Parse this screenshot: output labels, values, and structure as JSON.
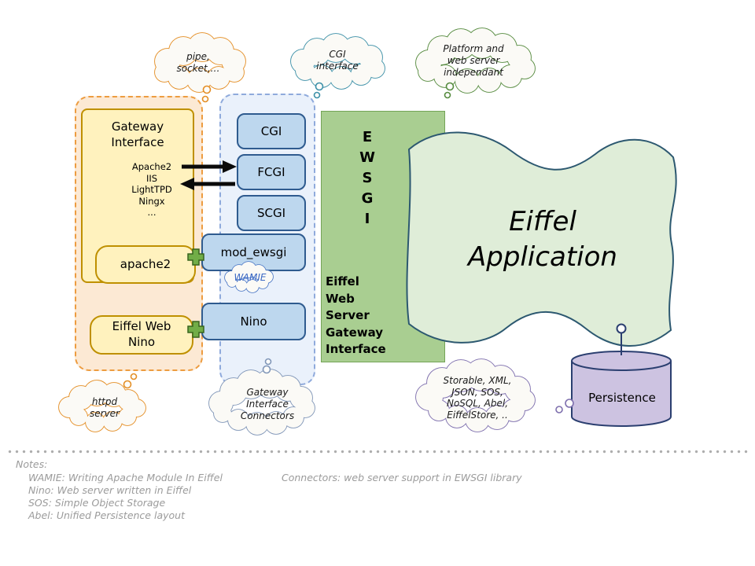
{
  "colors": {
    "orange_group_border": "#ED9C40",
    "yellow_box_fill": "#FFF2BE",
    "yellow_box_border": "#BF9000",
    "blue_group_border": "#8FAADC",
    "connector_box_fill": "#BDD7EE",
    "connector_box_border": "#2F5B8F",
    "ewsgi_box_fill": "#A9CE91",
    "application_fill": "#DFEDD8",
    "persistence_fill": "#CDC3E1",
    "plug_green": "#71AD47"
  },
  "clouds": {
    "pipe_socket": "pipe,\nsocket,…",
    "cgi_interface": "CGI\ninterface",
    "platform_independent": "Platform and\nweb server\nindependant",
    "httpd_server": "httpd\nserver",
    "gateway_connectors": "Gateway\nInterface\nConnectors",
    "storage_backends": "Storable, XML,\nJSON, SOS,\nNoSQL, Abel,\nEiffelStore, ..",
    "wamie": "WAMIE"
  },
  "gateway_group": {
    "title": "Gateway\nInterface",
    "servers": "Apache2\nIIS\nLightTPD\nNingx\n...",
    "apache2_label": "apache2",
    "eiffel_web_nino_label": "Eiffel Web\nNino"
  },
  "connector_boxes": {
    "cgi": "CGI",
    "fcgi": "FCGI",
    "scgi": "SCGI",
    "mod_ewsgi": "mod_ewsgi",
    "nino": "Nino"
  },
  "ewsgi": {
    "acronym": "E\nW\nS\nG\nI",
    "full_name": "Eiffel\nWeb\nServer\nGateway\nInterface"
  },
  "application": {
    "title": "Eiffel\nApplication"
  },
  "persistence": {
    "label": "Persistence"
  },
  "notes": {
    "heading": "Notes:",
    "definitions": "WAMIE: Writing Apache Module In Eiffel\nNino: Web server written in Eiffel\nSOS: Simple Object Storage\nAbel: Unified Persistence layout",
    "connectors_note": "Connectors: web server support in EWSGI library"
  }
}
